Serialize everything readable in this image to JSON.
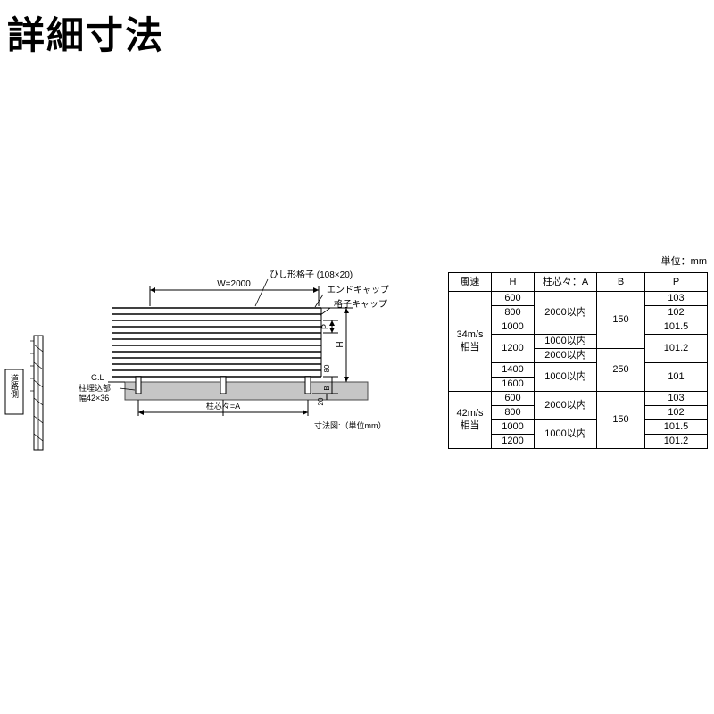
{
  "page": {
    "title": "詳細寸法"
  },
  "diagram": {
    "road_side": "道路側",
    "w_dim": "W=2000",
    "lattice_label": "ひし形格子 (108×20)",
    "end_cap_label": "エンドキャップ",
    "lattice_cap_label": "格子キャップ",
    "gl_label": "G.L",
    "post_embed_line1": "柱埋込部",
    "post_embed_line2": "幅42×36",
    "post_pitch_label": "柱芯々=A",
    "note": "寸法図:（単位mm）",
    "dims": {
      "p": "P",
      "h": "H",
      "d80": "80",
      "b": "B",
      "d20": "20"
    }
  },
  "table": {
    "unit": "単位：mm",
    "headers": {
      "wind": "風速",
      "h": "H",
      "a": "柱芯々：A",
      "b": "B",
      "p": "P"
    },
    "g34": {
      "wind_line1": "34m/s",
      "wind_line2": "相当",
      "h": [
        "600",
        "800",
        "1000",
        "1200",
        "1400",
        "1600"
      ],
      "a_600_1000": "2000以内",
      "a_1200_top": "1000以内",
      "a_1200_bottom": "2000以内",
      "a_1400_1600": "1000以内",
      "b_top": "150",
      "b_bottom": "250",
      "p": [
        "103",
        "102",
        "101.5",
        "101.2",
        "101"
      ]
    },
    "g42": {
      "wind_line1": "42m/s",
      "wind_line2": "相当",
      "h": [
        "600",
        "800",
        "1000",
        "1200"
      ],
      "a_600_800": "2000以内",
      "a_1000_1200": "1000以内",
      "b": "150",
      "p": [
        "103",
        "102",
        "101.5",
        "101.2"
      ]
    }
  }
}
